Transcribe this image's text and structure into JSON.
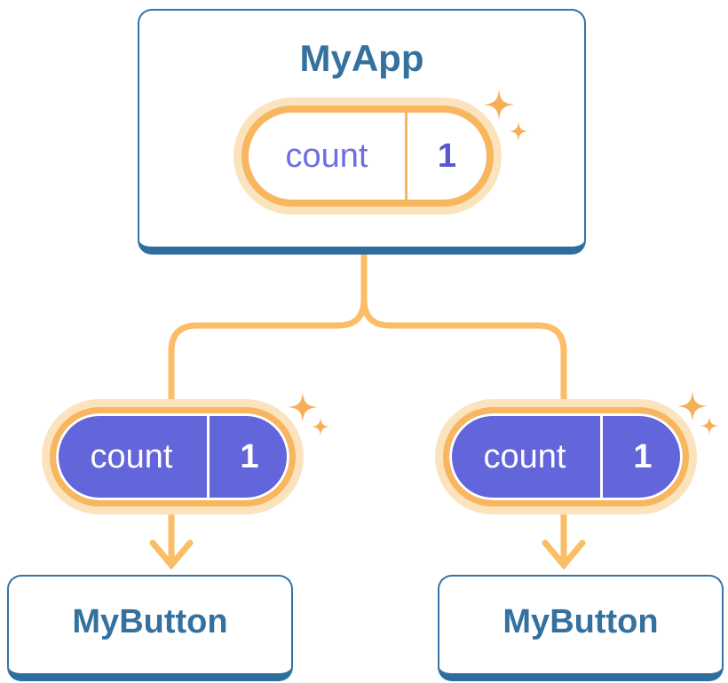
{
  "diagram": {
    "root": {
      "title": "MyApp",
      "state": {
        "name": "count",
        "value": "1"
      }
    },
    "children": [
      {
        "title": "MyButton",
        "state": {
          "name": "count",
          "value": "1"
        }
      },
      {
        "title": "MyButton",
        "state": {
          "name": "count",
          "value": "1"
        }
      }
    ]
  },
  "colors": {
    "background": "#FFFFFF",
    "card_border": "#3573A6",
    "card_shadow": "#2E6E9E",
    "title_text": "#35719F",
    "connector": "#FBBD66",
    "pill_ring": "#F8B75E",
    "pill_glow": "#FBE3BD",
    "pill_fill": "#6365DB",
    "state_name_text": "#6E6EE2",
    "state_value_text": "#5956CF",
    "on_fill_text": "#FFFFFF",
    "sparkle": "#F5AF55"
  }
}
